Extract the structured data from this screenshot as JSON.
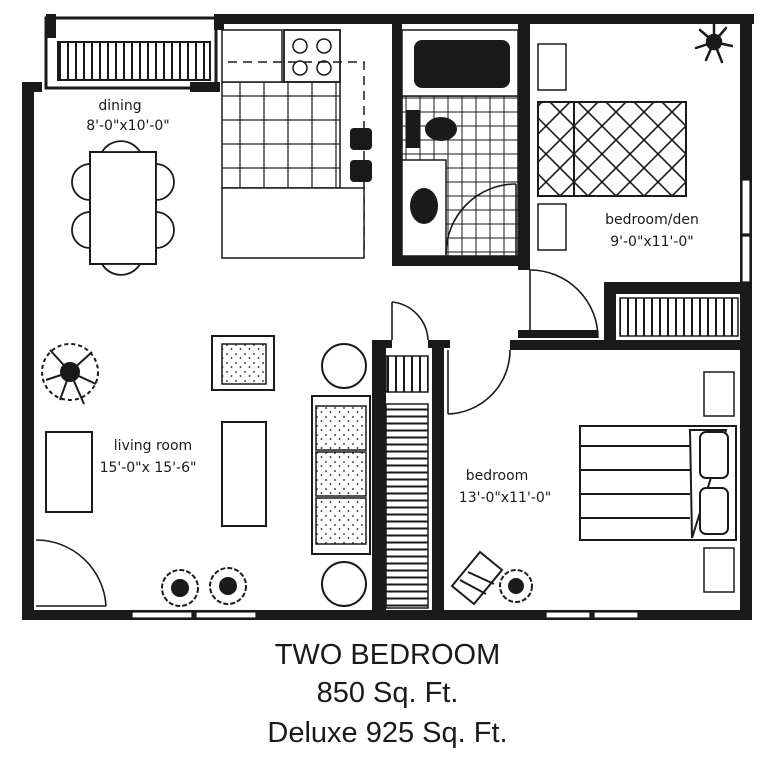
{
  "rooms": {
    "dining": {
      "name": "dining",
      "size": "8'-0\"x10'-0\""
    },
    "bedroom_den": {
      "name": "bedroom/den",
      "size": "9'-0\"x11'-0\""
    },
    "living_room": {
      "name": "living room",
      "size": "15'-0\"x 15'-6\""
    },
    "bedroom": {
      "name": "bedroom",
      "size": "13'-0\"x11'-0\""
    }
  },
  "caption": {
    "title": "TWO BEDROOM",
    "area": "850 Sq. Ft.",
    "deluxe": "Deluxe 925 Sq. Ft."
  },
  "colors": {
    "ink": "#1a1a1a",
    "paper": "#ffffff"
  }
}
